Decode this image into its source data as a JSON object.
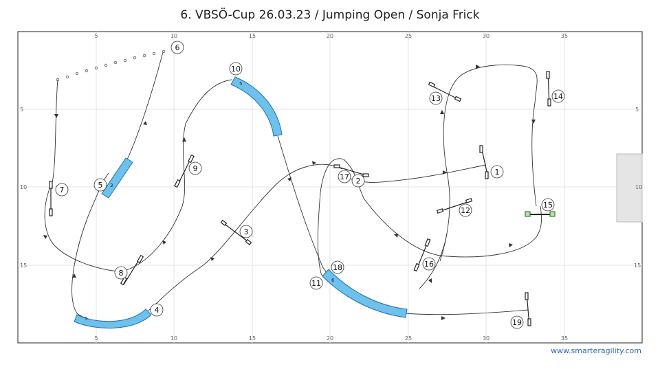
{
  "title": "6. VBSÖ-Cup 26.03.23 / Jumping Open / Sonja Frick",
  "footer": "www.smarteragility.com",
  "grid": {
    "x_ticks": [
      "5",
      "10",
      "15",
      "20",
      "25",
      "30",
      "35"
    ],
    "y_ticks": [
      "5",
      "10",
      "15"
    ]
  },
  "obstacles": [
    {
      "id": "1",
      "label": "1"
    },
    {
      "id": "2",
      "label": "2"
    },
    {
      "id": "3",
      "label": "3"
    },
    {
      "id": "4",
      "label": "4"
    },
    {
      "id": "5",
      "label": "5"
    },
    {
      "id": "6",
      "label": "6"
    },
    {
      "id": "7",
      "label": "7"
    },
    {
      "id": "8",
      "label": "8"
    },
    {
      "id": "9",
      "label": "9"
    },
    {
      "id": "10",
      "label": "10"
    },
    {
      "id": "11",
      "label": "11"
    },
    {
      "id": "12",
      "label": "12"
    },
    {
      "id": "13",
      "label": "13"
    },
    {
      "id": "14",
      "label": "14"
    },
    {
      "id": "15",
      "label": "15"
    },
    {
      "id": "16",
      "label": "16"
    },
    {
      "id": "17",
      "label": "17"
    },
    {
      "id": "18",
      "label": "18"
    },
    {
      "id": "19",
      "label": "19"
    }
  ],
  "tunnel_marks": [
    "3",
    "5",
    "5",
    "6"
  ],
  "colors": {
    "tunnel": "#6ec1ea",
    "tunnel_stroke": "#1f6fb5",
    "grid": "#e3e3e3",
    "path": "#333333",
    "table": "#e5e5e5"
  }
}
